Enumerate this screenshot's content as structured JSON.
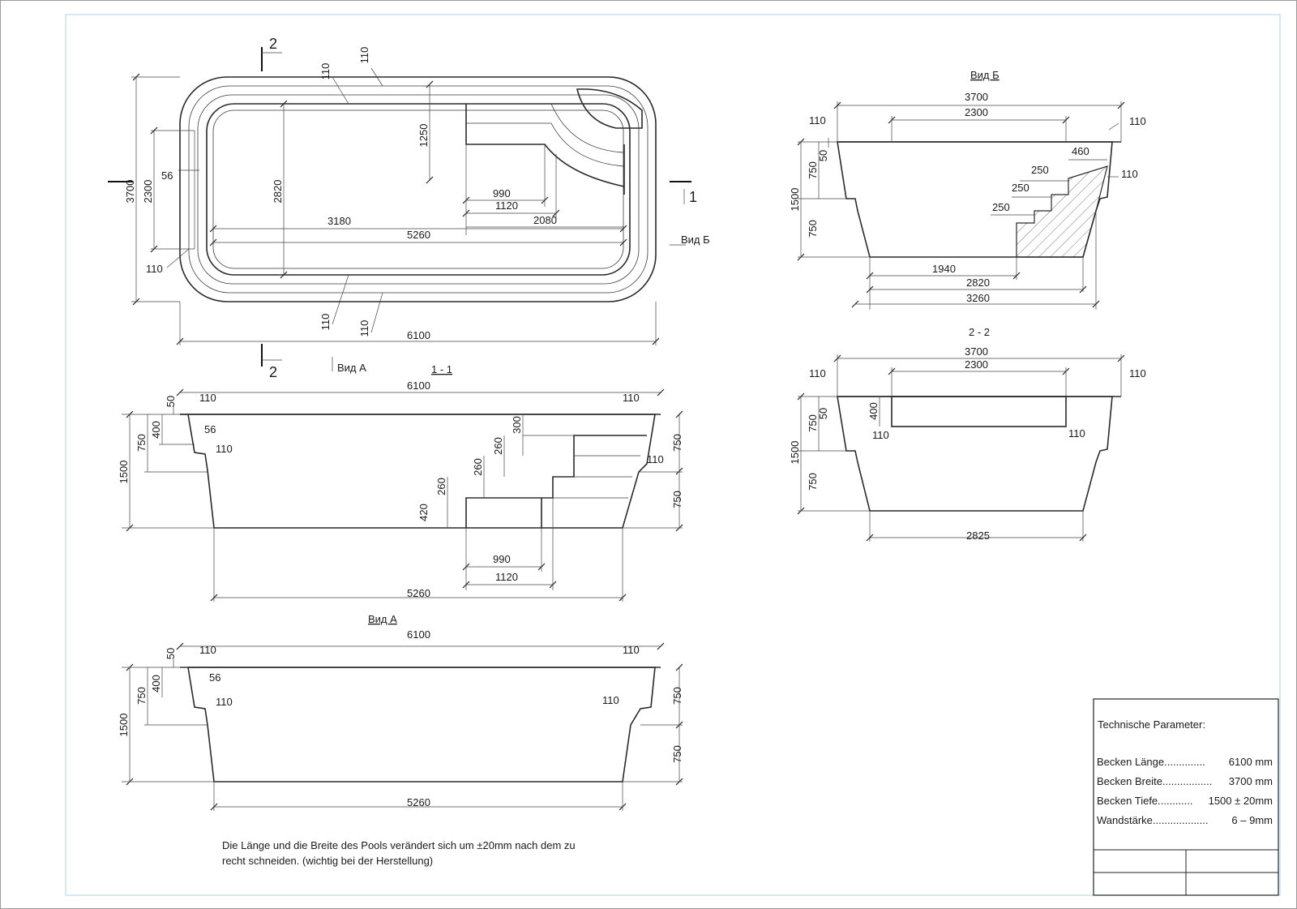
{
  "drawing": {
    "plan_dims": {
      "rim_top_a": "110",
      "rim_top_b": "110",
      "rim_bottom_a": "110",
      "rim_bottom_b": "110",
      "width_total": "3700",
      "width_inner": "2300",
      "rim_56": "56",
      "rim_left_110": "110",
      "floor_width": "2820",
      "step_depth": "1250",
      "step_990": "990",
      "step_1120": "1120",
      "step_2080": "2080",
      "length_3180": "3180",
      "length_5260": "5260",
      "length_total": "6100"
    },
    "section_marks": {
      "s2_top": "2",
      "s2_bottom": "2",
      "s1": "1",
      "view_a": "Вид А",
      "view_b": "Вид Б"
    },
    "section_11": {
      "title": "1 - 1",
      "dims": {
        "total": "6100",
        "rim_l": "110",
        "rim_r": "110",
        "d50": "50",
        "d400": "400",
        "d56": "56",
        "d110_step": "110",
        "d750_l": "750",
        "d1500": "1500",
        "d750_r1": "750",
        "d750_r2": "750",
        "d110_r": "110",
        "d300": "300",
        "d260a": "260",
        "d260b": "260",
        "d260c": "260",
        "d420": "420",
        "d990": "990",
        "d1120": "1120",
        "d5260": "5260"
      }
    },
    "view_a": {
      "title": "Вид А",
      "dims": {
        "total": "6100",
        "rim_l": "110",
        "rim_r": "110",
        "d50": "50",
        "d400": "400",
        "d56": "56",
        "d110_step_l": "110",
        "d110_step_r": "110",
        "d750_l": "750",
        "d1500": "1500",
        "d750_r1": "750",
        "d750_r2": "750",
        "d5260": "5260"
      }
    },
    "view_b": {
      "title": "Вид Б",
      "dims": {
        "total": "3700",
        "inner": "2300",
        "rim_l": "110",
        "rim_r": "110",
        "d50": "50",
        "d750_a": "750",
        "d750_b": "750",
        "d1500": "1500",
        "d460": "460",
        "d110_step": "110",
        "d250a": "250",
        "d250b": "250",
        "d250c": "250",
        "d1940": "1940",
        "d2820": "2820",
        "d3260": "3260"
      }
    },
    "section_22": {
      "title": "2 - 2",
      "dims": {
        "total": "3700",
        "inner": "2300",
        "rim_l": "110",
        "rim_r": "110",
        "d50": "50",
        "d400": "400",
        "d110_l": "110",
        "d110_r": "110",
        "d750_a": "750",
        "d750_b": "750",
        "d1500": "1500",
        "d2825": "2825"
      }
    },
    "note_line1": "Die Länge und die Breite des Pools verändert sich um ±20mm nach dem zu",
    "note_line2": "recht schneiden. (wichtig bei der Herstellung)"
  },
  "title_block": {
    "heading": "Technische Parameter:",
    "rows": [
      {
        "label": "Becken Länge..............",
        "value": "6100 mm"
      },
      {
        "label": "Becken Breite.................",
        "value": "3700 mm"
      },
      {
        "label": "Becken Tiefe............",
        "value": "1500 ± 20mm"
      },
      {
        "label": "Wandstärke...................",
        "value": "6 – 9mm"
      }
    ]
  }
}
